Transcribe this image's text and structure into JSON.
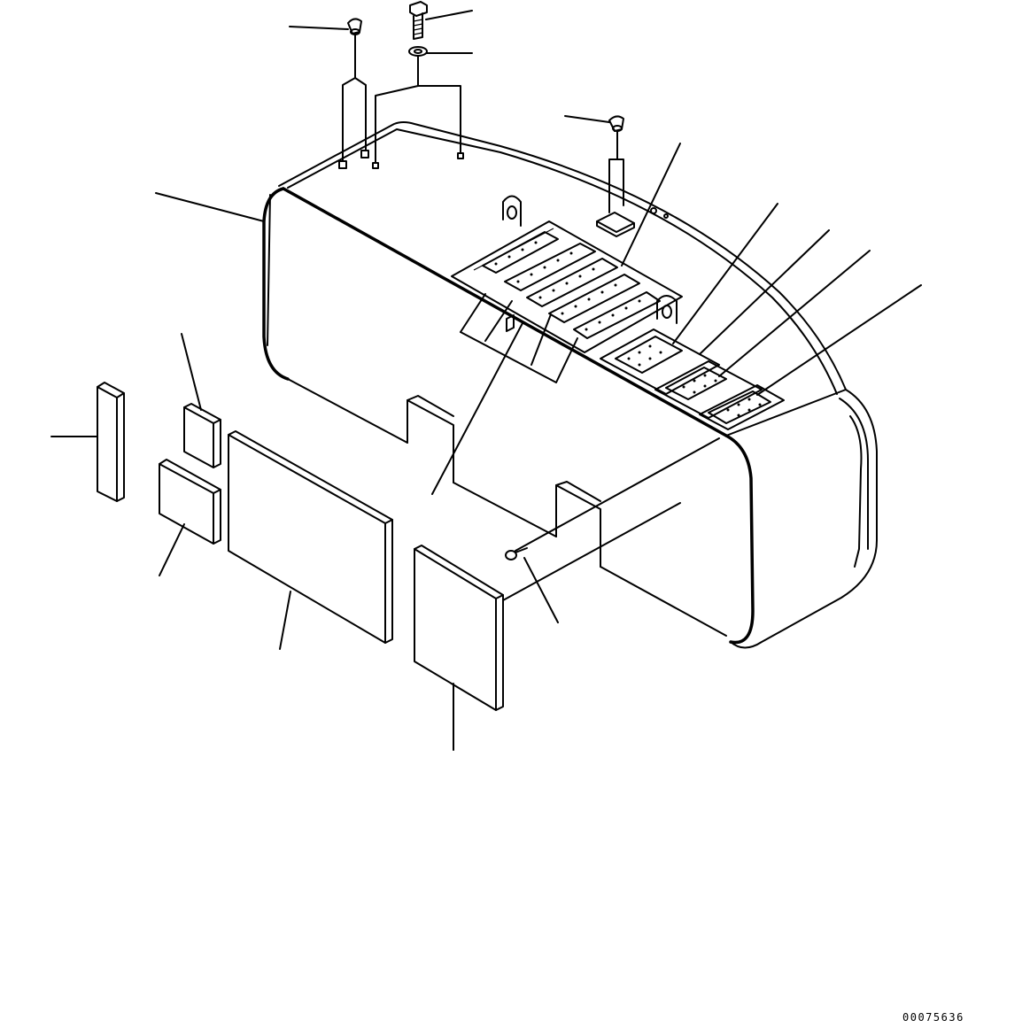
{
  "drawing_code": "00075636",
  "colors": {
    "line": "#000000",
    "background": "#ffffff"
  },
  "icons": [
    "counterweight-body",
    "cap-nut",
    "bolt",
    "washer",
    "mat-plate",
    "screw"
  ]
}
